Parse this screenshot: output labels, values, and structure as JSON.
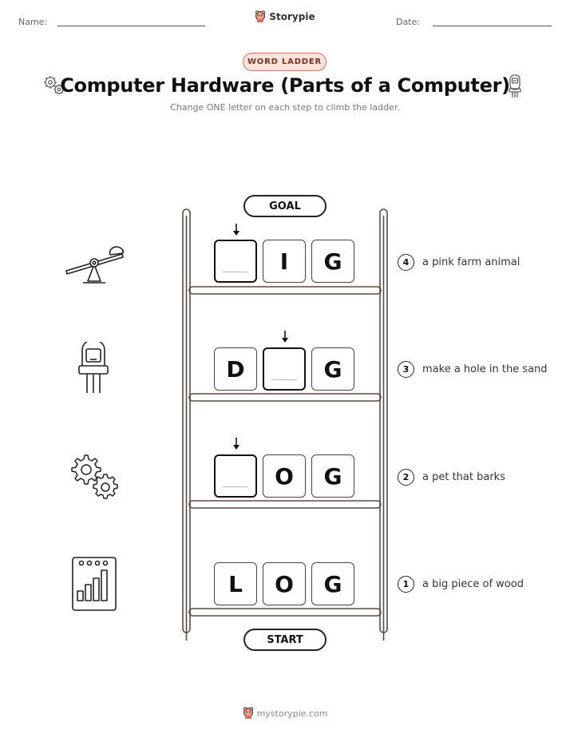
{
  "header": {
    "name_label": "Name:",
    "date_label": "Date:",
    "brand": "Storypie"
  },
  "badge": "WORD LADDER",
  "title": "Computer Hardware (Parts of a Computer)",
  "subtitle": "Change ONE letter on each step to climb the ladder.",
  "goal_label": "GOAL",
  "start_label": "START",
  "rungs": [
    {
      "step": "4",
      "letters": [
        "",
        "I",
        "G"
      ],
      "clue": "a pink farm animal",
      "icon": "seesaw-icon"
    },
    {
      "step": "3",
      "letters": [
        "D",
        "",
        "G"
      ],
      "clue": "make a hole in the sand",
      "icon": "chip-icon"
    },
    {
      "step": "2",
      "letters": [
        "",
        "O",
        "G"
      ],
      "clue": "a pet that barks",
      "icon": "gears-icon"
    },
    {
      "step": "1",
      "letters": [
        "L",
        "O",
        "G"
      ],
      "clue": "a big piece of wood",
      "icon": "bar-chart-icon"
    }
  ],
  "footer": "mystorypie.com",
  "colors": {
    "badge_border": "#d9705a",
    "badge_fill": "#fbe3dc",
    "ladder": "#5a4a42"
  }
}
